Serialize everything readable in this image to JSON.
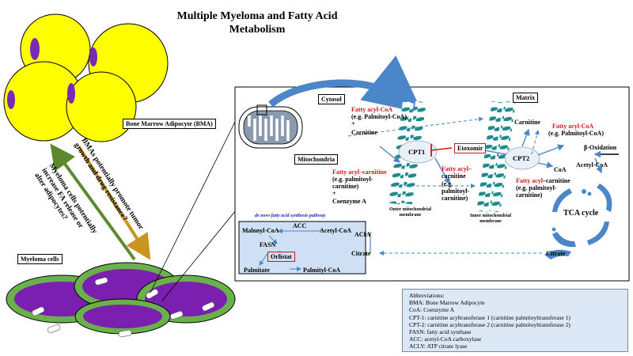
{
  "title": [
    "Multiple Myeloma and Fatty Acid",
    "Metabolism"
  ],
  "bma_label": "Bone Marrow Adipocyte (BMA)",
  "myeloma_label": "Myeloma cells",
  "bma_arrow_text": [
    "BMAs potentially promote tumor",
    "growth and drug resistance?"
  ],
  "myeloma_arrow_text": [
    "Myeloma cells potentially",
    "increase FA release or",
    "alter adipocytes?"
  ],
  "cytosol_label": "Cytosol",
  "matrix_label": "Matrix",
  "mitochondria_label": "Mitochondria",
  "cytosol_fatty_acyl": "Fatty acyl-CoA",
  "cytosol_fatty_acyl_eg": "(e.g. Palmitoyl-CoA)",
  "plus1": "+",
  "carnitine1": "Carnitine",
  "cpt1": "CPT1",
  "etoxomir": "Etoxomir",
  "fatty_acyl_carnitine_left": "Fatty acyl–carnitine",
  "fatty_acyl_carnitine_left_eg1": "(e.g. palmitoyl-",
  "fatty_acyl_carnitine_left_eg2": "carnitine)",
  "plus2": "+",
  "coenzyme_a": "Coenzyme A",
  "outer_membrane": [
    "Outer mitochondrial",
    "membrane"
  ],
  "inner_membrane": [
    "Inner mitochondrial",
    "membrane"
  ],
  "mid_fatty_acyl": "Fatty acyl–",
  "mid_carnitine": "carnitine",
  "mid_eg1": "(e.g.",
  "mid_eg2": "palmitoyl-",
  "mid_eg3": "carnitine)",
  "matrix_carnitine": "Carnitine",
  "matrix_fatty_acyl": "Fatty acyl-CoA",
  "matrix_fatty_acyl_eg": "(e.g. Palmitoyl-CoA)",
  "beta_oxidation": "β-Oxidation",
  "cpt2": "CPT2",
  "coa": "CoA",
  "acetyl_coa_matrix": "Acetyl-CoA",
  "matrix_fac_red": "Fatty acyl",
  "matrix_fac_black": "–carnitine",
  "matrix_fac_eg1": "(e.g. palmitoyl-",
  "matrix_fac_eg2": "carnitine)",
  "tca_cycle": "TCA cycle",
  "citrate_right": "Citrate",
  "citrate_left": "Citrate",
  "acly": "ACLY",
  "denovo_title": "de novo fatty acid synthesis pathway",
  "malonyl_coa": "Malonyl-CoA",
  "acc": "ACC",
  "acetyl_coa_denovo": "Acetyl-CoA",
  "fasn": "FASN",
  "orlistat": "Orlistat",
  "palmitate": "Palmitate",
  "palmityl_coa": "Palmityl-CoA",
  "abbreviations": [
    "Abbreviations:",
    "BMA: Bone Marrow Adipocyte",
    "CoA: Coenzyme A",
    "CPT-1:  carnitine acyltransferase 1 (carnitine palmitoyltransferase 1)",
    "CPT-2: carnitine acyltransferase 2 (carnitine palmitoyltransferase 2)",
    "FASN: fatty acid synthase",
    "ACC: acetyl-CoA carboxylase",
    "ACLY: ATP citrate lyase"
  ],
  "colors": {
    "adipocyte_fill": "#ffff00",
    "nucleus": "#7a2bb4",
    "myeloma_outer": "#6ab04c",
    "myeloma_inner": "#7a1fb0",
    "arrow_green": "#5b8a2e",
    "arrow_gold": "#c8961e",
    "membrane_teal": "#1f8a8a",
    "arrow_blue": "#4a86c8",
    "inhibitor_red": "#d01818",
    "denovo_bg": "#cfe0f4"
  }
}
